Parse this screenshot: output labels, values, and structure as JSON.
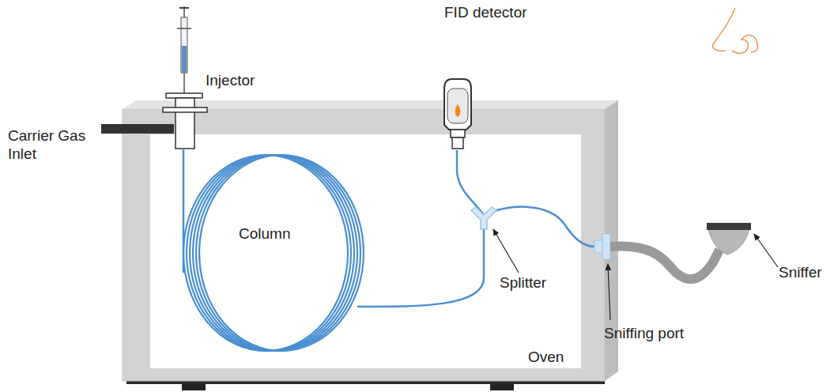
{
  "diagram": {
    "labels": [
      "Carrier Gas Inlet",
      "Injector",
      "FID detector",
      "Column",
      "Splitter",
      "Sniffing port",
      "Sniffer",
      "Oven"
    ]
  }
}
